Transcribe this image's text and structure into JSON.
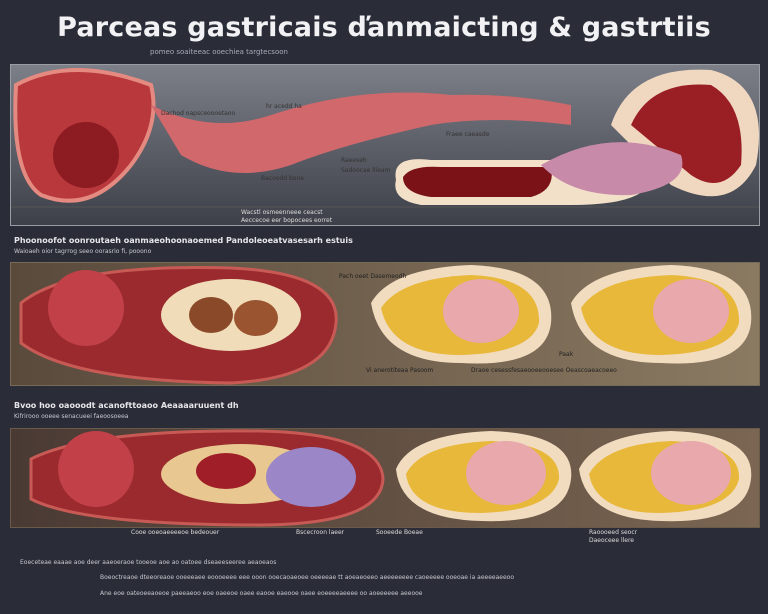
{
  "title": "Parceas gastricais ďanmaicting & gastrtiis",
  "subtitle": "pomeo soaiteeac ooechiea targtecsoon",
  "panel1": {
    "labels": [
      "Dachod oapsceoooetaoo",
      "hr acedd ha",
      "Bacoodd bone",
      "Fraee caeasde",
      "Raeeseh",
      "Sadoocae llieam"
    ],
    "caption_line1": "Wacstl osmeenneee ceacst",
    "caption_line2": "Aeccecoe eer bopocees eorret"
  },
  "section2": {
    "header": "Phoonoofot oonroutaeh oanmaeohoonaoemed Pandoleoeatvasesarh estuis",
    "subheader": "Waioaeh oior tagrrog seeo oorasrio fi, pooono",
    "labels": [
      "Pach oeet Dasemeodh",
      "Paak",
      "Vi anerotiteaa Pasoom",
      "Draoe cesessfesaeooeeooesee Oeascoaeacoeeo"
    ]
  },
  "section3": {
    "header": "Bvoo hoo oaooodt acanofttoaoo Aeaaaaruuent dh",
    "subheader": "Kifrirooo ooeee senacueei faeoosoeea",
    "labels": [
      "Cooe ooeoaeeeeoe bedeouer",
      "Bscecroon laeer",
      "Sooeede Boeae",
      "Raoooeed seocr",
      "Daeoceee llere"
    ],
    "footer_lines": [
      "Eoeceteae eaaae aoe deer aaeoeraoe tooeoe aoe ao oatoee dseaeeseeree aeaoeaos",
      "Boeoctreaoe dteeoreaoe ooeeeaee eoooeeee eee ooon ooecaoaeoee oeeeeae tt aoeaeoeeo aeeeeeeee caoeeeee ooeoae ia aeeeeaeeoo",
      "Ane eoe oateoeeaoeoe paeeaeoo eoe oaeeoe oaee eaooe eaeooe oaee eoeeeeaeeee oo aoeeeeee aeeooe"
    ]
  },
  "colors": {
    "background": "#2a2d37",
    "tissue_red": "#b8333a",
    "fat_yellow": "#e8b83a",
    "pink": "#e8a0a8",
    "purple": "#9b86c8"
  }
}
